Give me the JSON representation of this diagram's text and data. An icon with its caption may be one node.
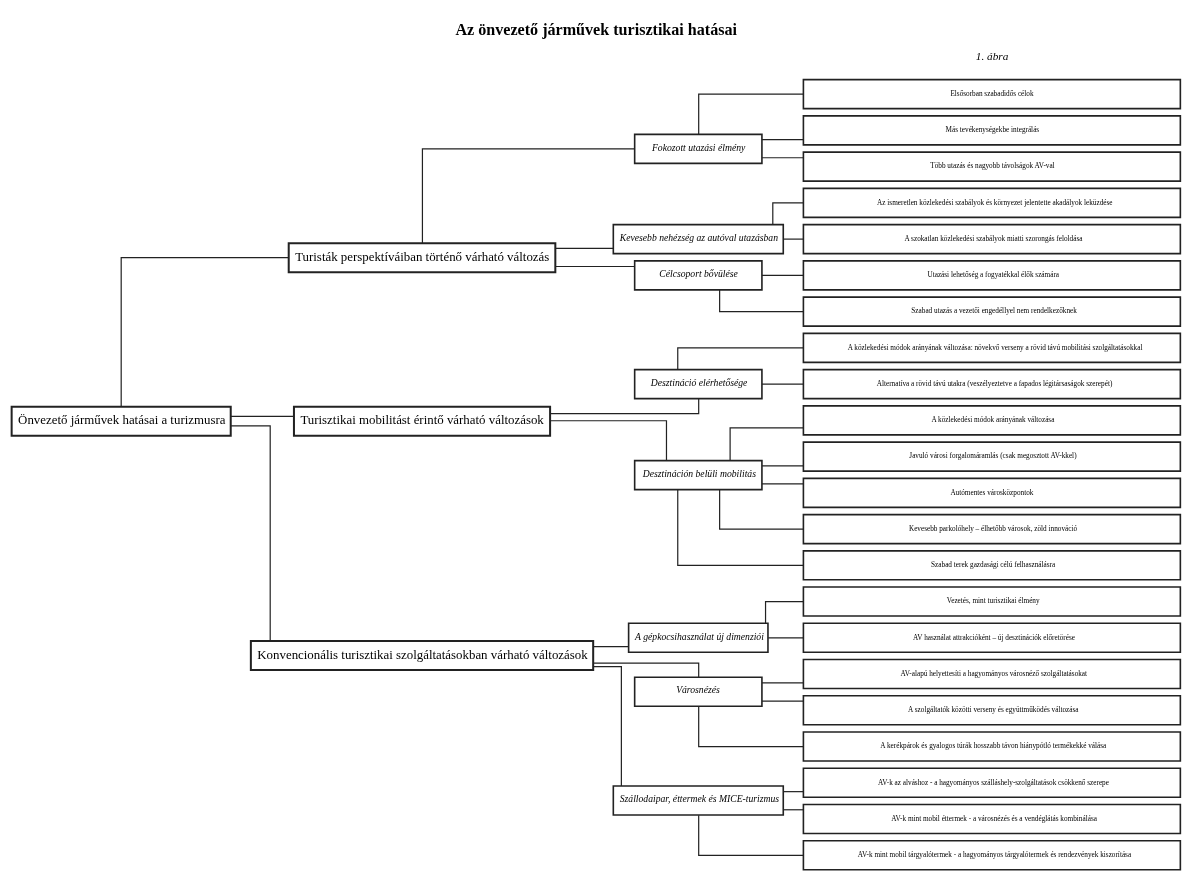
{
  "diagram": {
    "title": "Az önvezető járművek turisztikai hatásai",
    "nodes": [
      {
        "text": [
          "Önvezető járművek hatásai a turizmusra"
        ]
      },
      {
        "text": [
          "Turisták perspektíváiban történő várható változás"
        ]
      },
      {
        "text": [
          "Fokozott utazási élmény"
        ]
      },
      {
        "text": [
          "Elsősorban szabadidős célok"
        ]
      },
      {
        "text": [
          "Más tevékenységekbe integrálás"
        ]
      },
      {
        "text": [
          "Több utazás és nagyobb távolságok AV-val"
        ]
      },
      {
        "text": [
          "Kevesebb nehézség az autóval utazásban"
        ]
      },
      {
        "text": [
          "Az ismeretlen közlekedési szabályok és környezet jelentette akadályok leküzdése"
        ]
      },
      {
        "text": [
          "A szokatlan közlekedési szabályok miatti szorongás feloldása"
        ]
      },
      {
        "text": [
          "Célcsoport bővülése"
        ]
      },
      {
        "text": [
          "Utazási lehetőség a fogyatékkal élők számára"
        ]
      },
      {
        "text": [
          "Szabad utazás a vezetői engedéllyel nem rendelkezőknek"
        ]
      },
      {
        "text": [
          "Turisztikai mobilitást érintő várható változások"
        ]
      },
      {
        "text": [
          "Desztináció elérhetősége"
        ]
      },
      {
        "text": [
          "A közlekedési módok arányának változása: növekvő verseny a rövid távú mobilitási szolgáltatásokkal"
        ]
      },
      {
        "text": [
          "Alternatíva a rövid távú utakra (veszélyeztetve a fapados légitársaságok szerepét)"
        ]
      },
      {
        "text": [
          "Desztináción belüli mobilitás"
        ]
      },
      {
        "text": [
          "A közlekedési módok arányának változása"
        ]
      },
      {
        "text": [
          "Javuló városi forgalomáramlás (csak megosztott AV-kkel)"
        ]
      },
      {
        "text": [
          "Autómentes városközpontok"
        ]
      },
      {
        "text": [
          "Kevesebb parkolóhely – élhetőbb városok, zöld innováció"
        ]
      },
      {
        "text": [
          "Szabad terek gazdasági célú felhasználásra"
        ]
      },
      {
        "text": [
          "Konvencionális turisztikai szolgáltatásokban várható változások"
        ]
      },
      {
        "text": [
          "A gépkocsihasználat új dimenziói"
        ]
      },
      {
        "text": [
          "Vezetés, mint turisztikai élmény"
        ]
      },
      {
        "text": [
          "AV használat attrakcióként – új desztinációk előretörése"
        ]
      },
      {
        "text": [
          "Városnézés"
        ]
      },
      {
        "text": [
          "AV-alapú helyettesíti a hagyományos városnéző szolgáltatásokat"
        ]
      },
      {
        "text": [
          "A szolgáltatók közötti verseny és együttműködés változása"
        ]
      },
      {
        "text": [
          "A kerékpárok és gyalogos túrák hosszabb távon hiánypótló termékekké válása"
        ]
      },
      {
        "text": [
          "Szállodaipar, éttermek és MICE-turizmus"
        ]
      },
      {
        "text": [
          "AV-k az alváshoz - a hagyományos szálláshely-szolgáltatások csökkenő szerepe"
        ]
      },
      {
        "text": [
          "AV-k mint mobil éttermek - a városnézés és a vendéglátás kombinálása"
        ]
      },
      {
        "text": [
          "AV-k mint mobil tárgyalótermek - a hagyományos tárgyalótermek és rendezvények kiszorítása"
        ]
      }
    ],
    "edges": [
      {
        "from": 0,
        "to": 1,
        "arrow": "none"
      },
      {
        "from": 1,
        "to": 2,
        "arrow": "none"
      },
      {
        "from": 2,
        "to": 3,
        "arrow": "none"
      },
      {
        "from": 2,
        "to": 4,
        "arrow": "none"
      },
      {
        "from": 2,
        "to": 5,
        "arrow": "none"
      },
      {
        "from": 1,
        "to": 6,
        "arrow": "none"
      },
      {
        "from": 6,
        "to": 7,
        "arrow": "none"
      },
      {
        "from": 6,
        "to": 8,
        "arrow": "none"
      },
      {
        "from": 1,
        "to": 9,
        "arrow": "none"
      },
      {
        "from": 9,
        "to": 10,
        "arrow": "none"
      },
      {
        "from": 9,
        "to": 11,
        "arrow": "none"
      },
      {
        "from": 0,
        "to": 12,
        "arrow": "none"
      },
      {
        "from": 12,
        "to": 13,
        "arrow": "none"
      },
      {
        "from": 13,
        "to": 14,
        "arrow": "none"
      },
      {
        "from": 13,
        "to": 15,
        "arrow": "none"
      },
      {
        "from": 12,
        "to": 16,
        "arrow": "none"
      },
      {
        "from": 16,
        "to": 17,
        "arrow": "none"
      },
      {
        "from": 16,
        "to": 18,
        "arrow": "none"
      },
      {
        "from": 16,
        "to": 19,
        "arrow": "none"
      },
      {
        "from": 16,
        "to": 20,
        "arrow": "none"
      },
      {
        "from": 16,
        "to": 21,
        "arrow": "none"
      },
      {
        "from": 0,
        "to": 22,
        "arrow": "none"
      },
      {
        "from": 22,
        "to": 23,
        "arrow": "none"
      },
      {
        "from": 23,
        "to": 24,
        "arrow": "none"
      },
      {
        "from": 23,
        "to": 25,
        "arrow": "none"
      },
      {
        "from": 22,
        "to": 26,
        "arrow": "none"
      },
      {
        "from": 26,
        "to": 27,
        "arrow": "none"
      },
      {
        "from": 26,
        "to": 28,
        "arrow": "none"
      },
      {
        "from": 26,
        "to": 29,
        "arrow": "none"
      },
      {
        "from": 22,
        "to": 30,
        "arrow": "none"
      },
      {
        "from": 30,
        "to": 31,
        "arrow": "none"
      },
      {
        "from": 30,
        "to": 32,
        "arrow": "none"
      },
      {
        "from": 30,
        "to": 33,
        "arrow": "none"
      }
    ],
    "labels": [
      "1. ábra"
    ]
  }
}
